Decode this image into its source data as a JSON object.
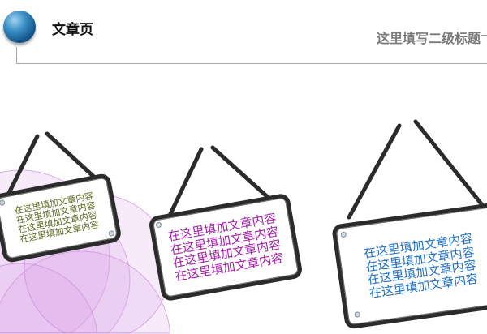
{
  "header": {
    "title": "文章页",
    "subtitle": "这里填写二级标题",
    "icon": "globe-icon"
  },
  "signs": [
    {
      "color": "#5b6b1f",
      "lines": [
        "在这里填加文章内容",
        "在这里填加文章内容",
        "在这里填加文章内容",
        "在这里填加文章内容"
      ]
    },
    {
      "color": "#a21ea8",
      "lines": [
        "在这里填加文章内容",
        "在这里填加文章内容",
        "在这里填加文章内容",
        "在这里填加文章内容"
      ]
    },
    {
      "color": "#1f6fc4",
      "lines": [
        "在这里填加文章内容",
        "在这里填加文章内容",
        "在这里填加文章内容",
        "在这里填加文章内容"
      ]
    }
  ],
  "colors": {
    "circles": "#c77ad8"
  }
}
